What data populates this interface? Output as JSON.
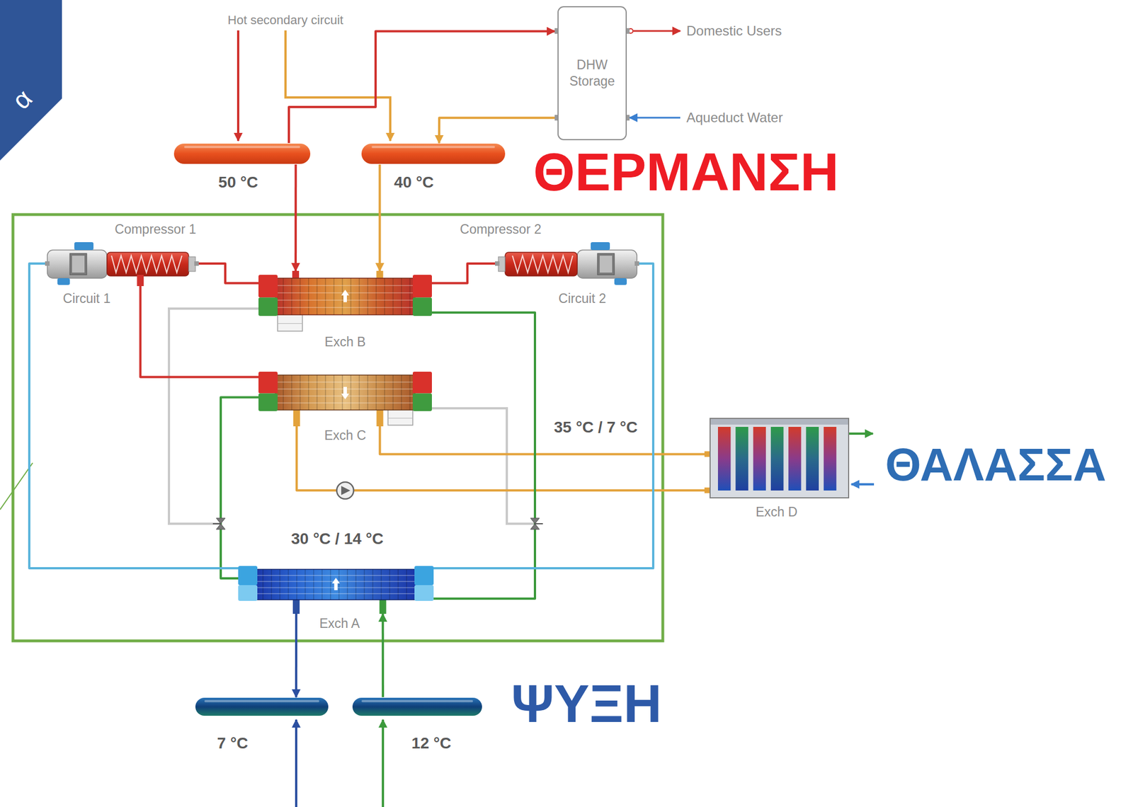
{
  "diagram": {
    "nodes": [
      {
        "text": [
          "DHW Storage"
        ]
      },
      {
        "text": [
          "50 °C"
        ]
      },
      {
        "text": [
          "40 °C"
        ]
      },
      {
        "text": [
          "Compressor 1",
          "Circuit 1"
        ]
      },
      {
        "text": [
          "Compressor 2",
          "Circuit 2"
        ]
      },
      {
        "text": [
          "Exch B"
        ]
      },
      {
        "text": [
          "Exch C"
        ]
      },
      {
        "text": [
          "Exch D"
        ]
      },
      {
        "text": [
          "Exch A"
        ]
      },
      {
        "text": [
          "7 °C"
        ]
      },
      {
        "text": [
          "12 °C"
        ]
      }
    ],
    "edges": [
      {
        "from": 1,
        "to": 0,
        "arrow": "to"
      },
      {
        "from": 0,
        "to": 2,
        "arrow": "to"
      },
      {
        "from": 1,
        "to": 5,
        "arrow": "to"
      },
      {
        "from": 2,
        "to": 5,
        "arrow": "to"
      },
      {
        "from": 3,
        "to": 5,
        "arrow": "none"
      },
      {
        "from": 3,
        "to": 6,
        "arrow": "none"
      },
      {
        "from": 4,
        "to": 5,
        "arrow": "none"
      },
      {
        "from": 6,
        "to": 7,
        "arrow": "none"
      },
      {
        "from": 6,
        "to": 7,
        "arrow": "none"
      },
      {
        "from": 5,
        "to": 8,
        "arrow": "none"
      },
      {
        "from": 6,
        "to": 8,
        "arrow": "none"
      },
      {
        "from": 3,
        "to": 8,
        "arrow": "none"
      },
      {
        "from": 4,
        "to": 8,
        "arrow": "none"
      },
      {
        "from": 8,
        "to": 9,
        "arrow": "to"
      },
      {
        "from": 10,
        "to": 8,
        "arrow": "to"
      }
    ],
    "labels": [
      "α",
      "Hot secondary circuit",
      "Domestic Users",
      "Aqueduct Water",
      "ΘΕΡΜΑΝΣΗ",
      "35 °C / 7 °C",
      "ΘΑΛΑΣΣΑ",
      "30 °C / 14 °C",
      "ΨΥΞΗ"
    ]
  }
}
